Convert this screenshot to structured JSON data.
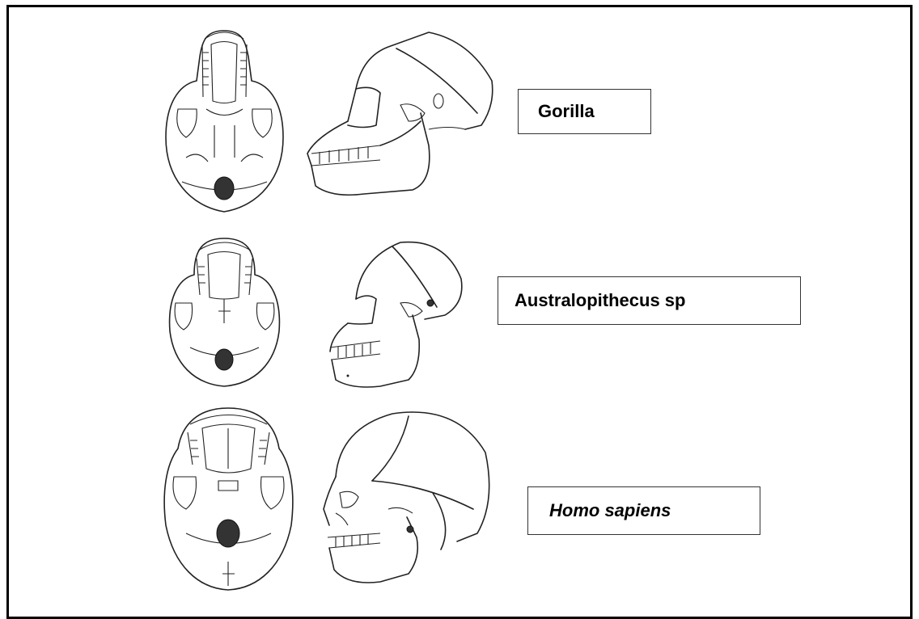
{
  "figure": {
    "species": [
      {
        "id": "gorilla",
        "label": "Gorilla",
        "italic": false
      },
      {
        "id": "australopithecus",
        "label": "Australopithecus sp",
        "italic": false
      },
      {
        "id": "homo-sapiens",
        "label": "Homo sapiens",
        "italic": true
      }
    ],
    "views": [
      "inferior-view",
      "lateral-view"
    ],
    "colors": {
      "line": "#222222",
      "border": "#000000",
      "background": "#ffffff"
    }
  }
}
